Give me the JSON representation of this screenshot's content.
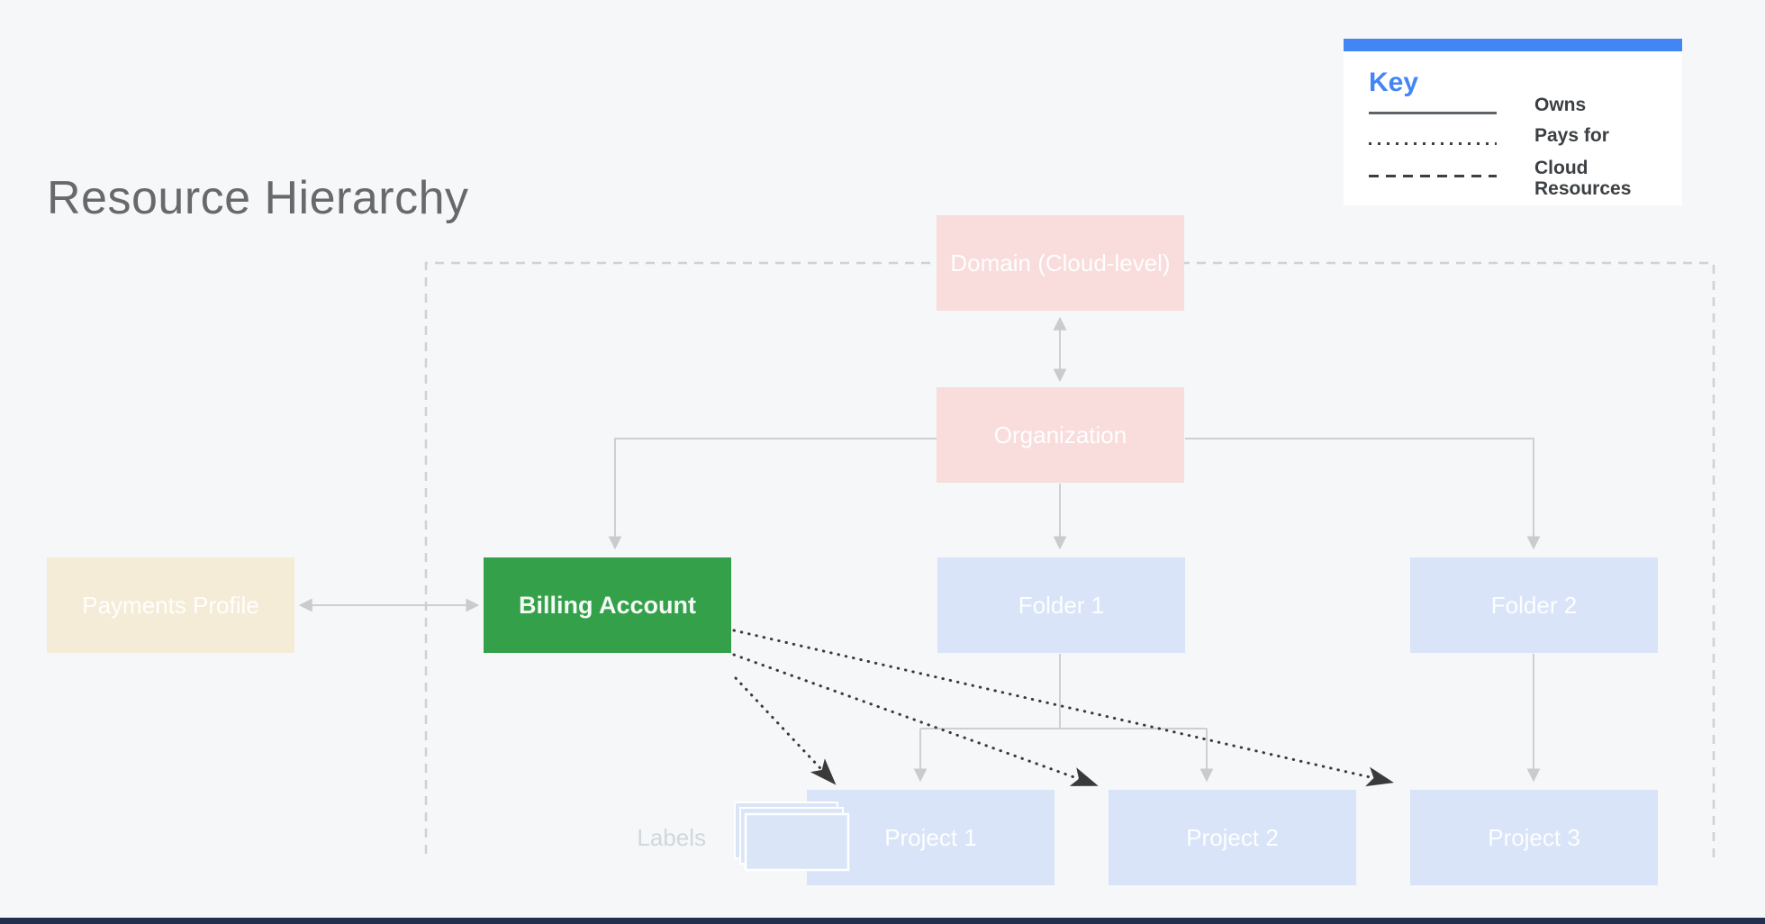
{
  "page": {
    "title": "Resource Hierarchy"
  },
  "key": {
    "heading": "Key",
    "items": [
      {
        "style": "solid",
        "label": "Owns"
      },
      {
        "style": "dotted",
        "label": "Pays for"
      },
      {
        "style": "dashed",
        "label": "Cloud Resources"
      }
    ]
  },
  "nodes": {
    "domain": {
      "label": "Domain (Cloud-level)",
      "color_key": "node_pink"
    },
    "organization": {
      "label": "Organization",
      "color_key": "node_pink"
    },
    "payments_profile": {
      "label": "Payments Profile",
      "color_key": "node_cream"
    },
    "billing_account": {
      "label": "Billing Account",
      "color_key": "node_green"
    },
    "folder1": {
      "label": "Folder 1",
      "color_key": "node_blue"
    },
    "folder2": {
      "label": "Folder 2",
      "color_key": "node_blue"
    },
    "project1": {
      "label": "Project 1",
      "color_key": "node_blue"
    },
    "project2": {
      "label": "Project 2",
      "color_key": "node_blue"
    },
    "project3": {
      "label": "Project 3",
      "color_key": "node_blue"
    }
  },
  "captions": {
    "labels": "Labels"
  },
  "colors": {
    "accent_blue": "#4285f4",
    "key_heading_blue": "#4285f4",
    "node_pink": "#f9dcdc",
    "node_blue": "#d9e4f8",
    "node_cream": "#f5ecd7",
    "node_green": "#34a04a",
    "connector_gray": "#c9cbce",
    "dashed_border_gray": "#ced1d6",
    "dotted_black": "#3a3a3a",
    "background": "#f5f7f9",
    "bottom_bar": "#22304e"
  }
}
